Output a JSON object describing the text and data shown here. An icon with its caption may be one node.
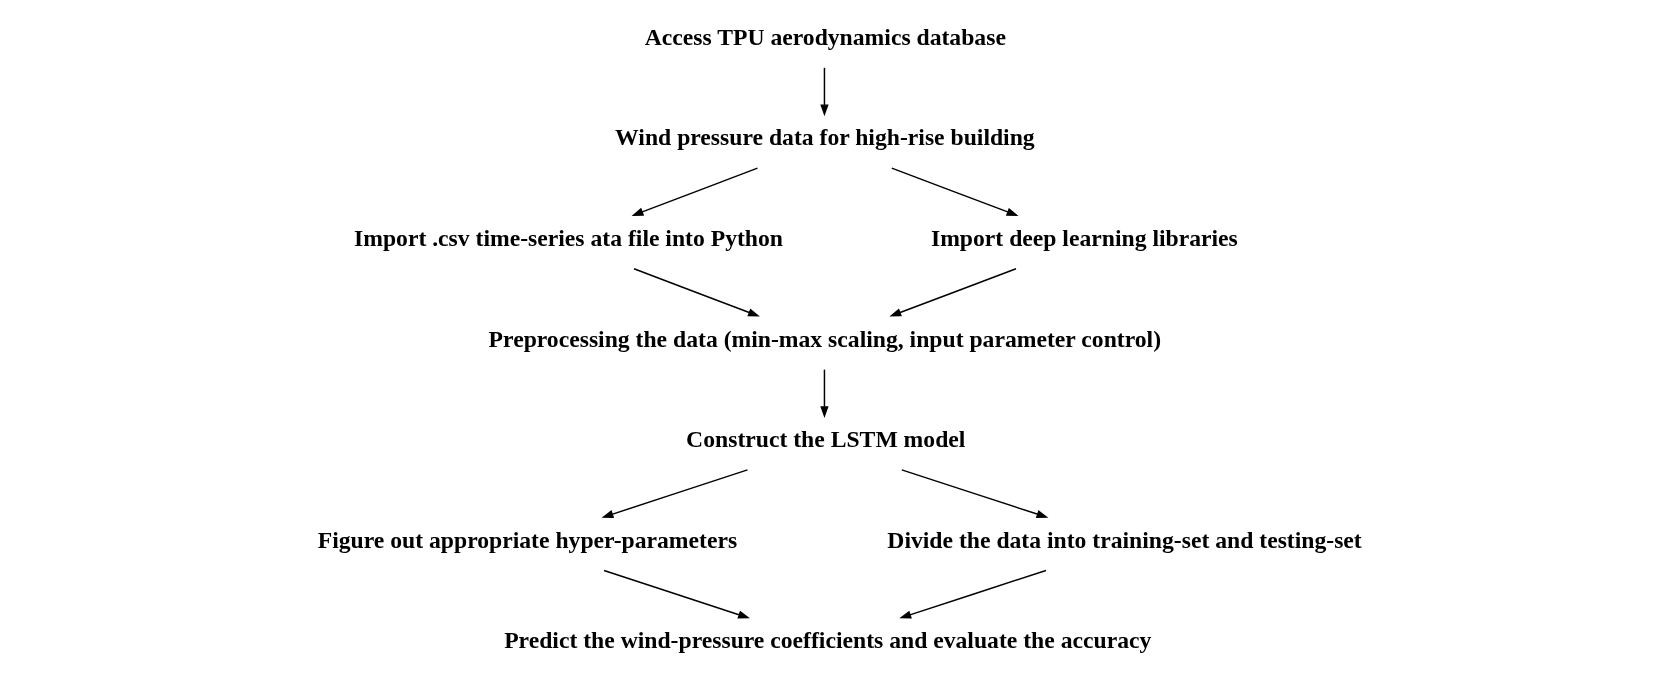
{
  "diagram": {
    "nodes": [
      {
        "text": [
          "Access TPU aerodynamics database"
        ]
      },
      {
        "text": [
          "Wind pressure data for high-rise building"
        ]
      },
      {
        "text": [
          "Import .csv time-series ata file into Python"
        ]
      },
      {
        "text": [
          "Import deep learning libraries"
        ]
      },
      {
        "text": [
          "Preprocessing the data (min-max scaling, input parameter control)"
        ]
      },
      {
        "text": [
          "Construct the LSTM model"
        ]
      },
      {
        "text": [
          "Figure out appropriate hyper-parameters"
        ]
      },
      {
        "text": [
          "Divide the data into training-set and testing-set"
        ]
      },
      {
        "text": [
          "Predict the wind-pressure coefficients and evaluate the accuracy"
        ]
      }
    ],
    "edges": [
      {
        "from": 0,
        "to": 1,
        "arrow": "to"
      },
      {
        "from": 1,
        "to": 2,
        "arrow": "to"
      },
      {
        "from": 1,
        "to": 3,
        "arrow": "to"
      },
      {
        "from": 2,
        "to": 4,
        "arrow": "to"
      },
      {
        "from": 3,
        "to": 4,
        "arrow": "to"
      },
      {
        "from": 4,
        "to": 5,
        "arrow": "to"
      },
      {
        "from": 5,
        "to": 6,
        "arrow": "to"
      },
      {
        "from": 5,
        "to": 7,
        "arrow": "to"
      },
      {
        "from": 6,
        "to": 8,
        "arrow": "to"
      },
      {
        "from": 7,
        "to": 8,
        "arrow": "to"
      }
    ]
  }
}
